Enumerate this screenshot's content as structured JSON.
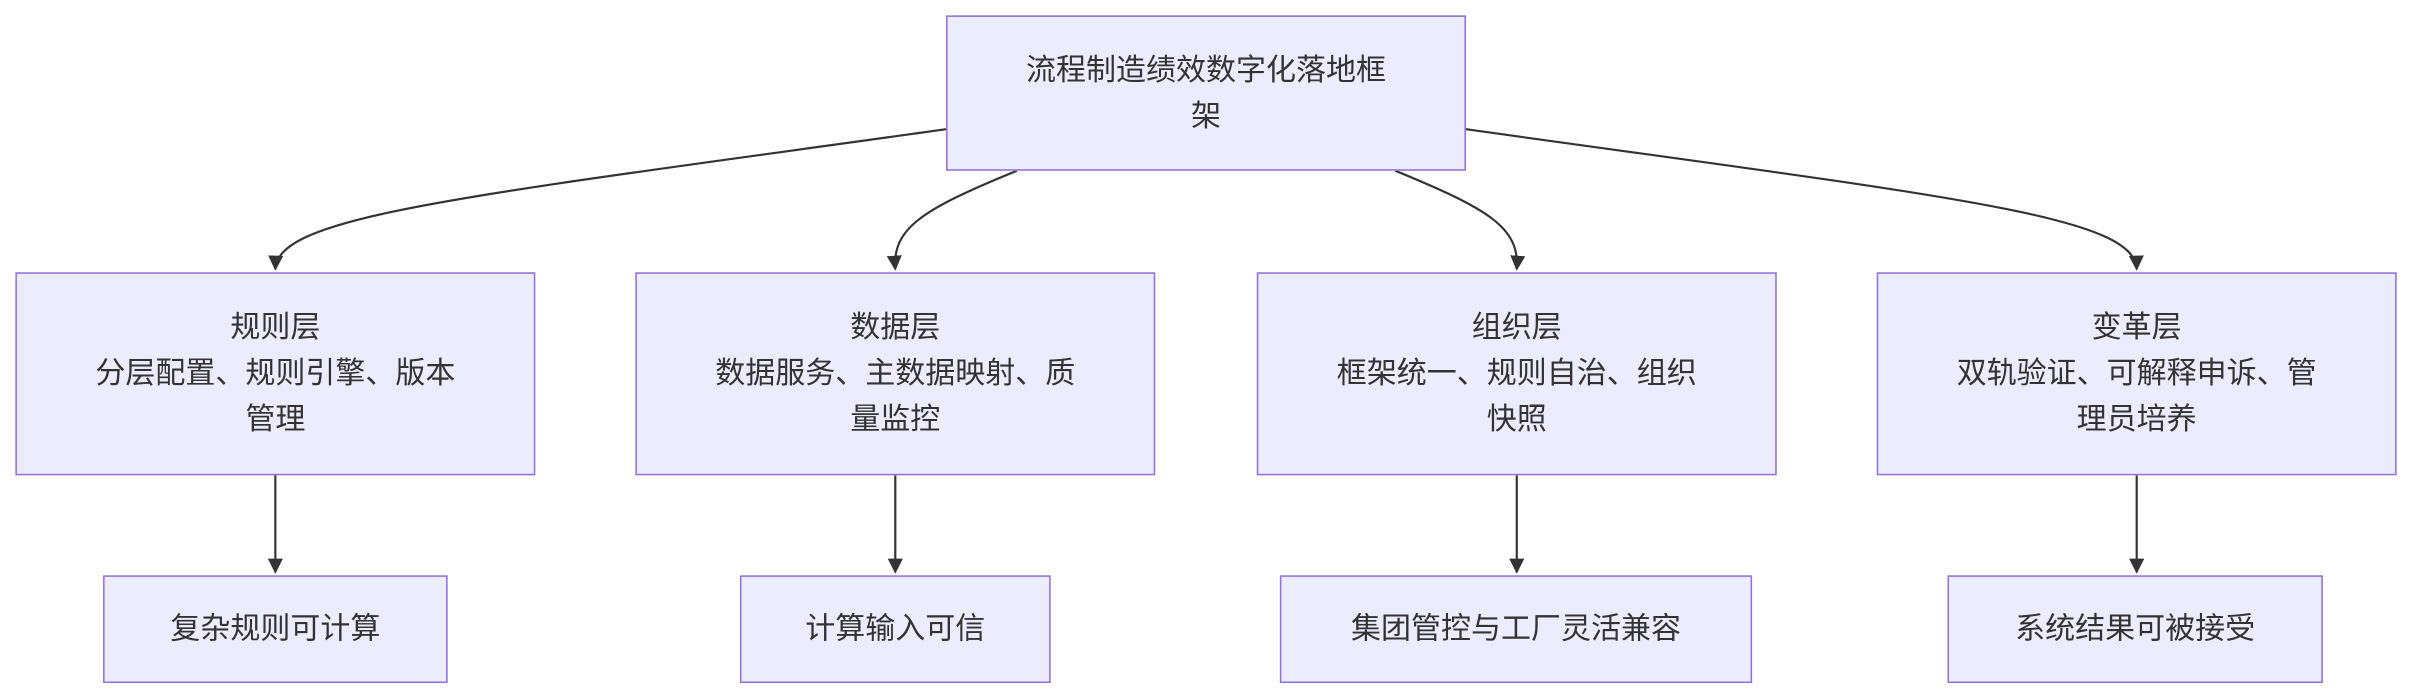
{
  "diagram": {
    "root": {
      "lines": [
        "流程制造绩效数字化落地框",
        "架"
      ]
    },
    "layers": [
      {
        "lines": [
          "规则层",
          "分层配置、规则引擎、版本",
          "管理"
        ],
        "outcome": "复杂规则可计算"
      },
      {
        "lines": [
          "数据层",
          "数据服务、主数据映射、质",
          "量监控"
        ],
        "outcome": "计算输入可信"
      },
      {
        "lines": [
          "组织层",
          "框架统一、规则自治、组织",
          "快照"
        ],
        "outcome": "集团管控与工厂灵活兼容"
      },
      {
        "lines": [
          "变革层",
          "双轨验证、可解释申诉、管",
          "理员培养"
        ],
        "outcome": "系统结果可被接受"
      }
    ],
    "colors": {
      "node_fill": "#ececff",
      "node_border": "#9370db",
      "edge": "#333333",
      "text": "#333333"
    }
  }
}
